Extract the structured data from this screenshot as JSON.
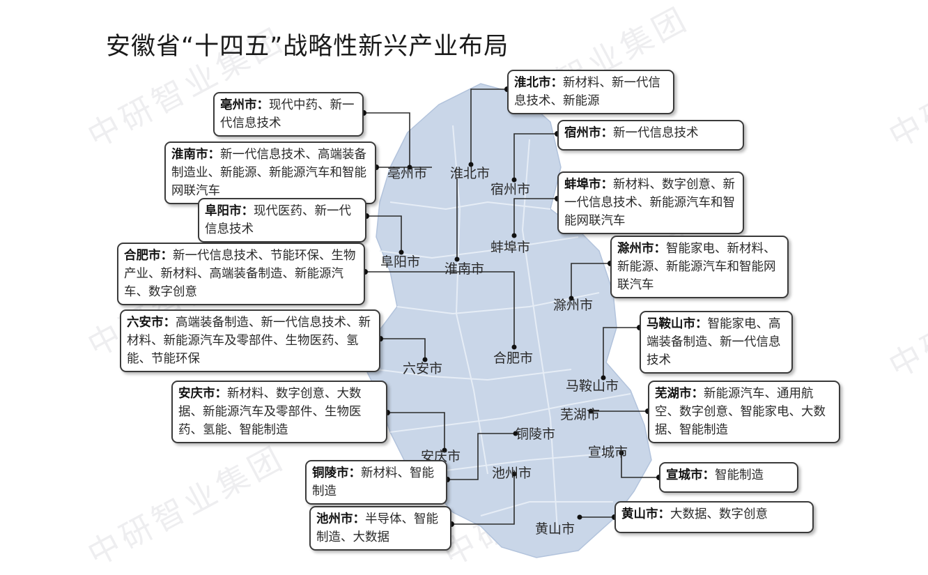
{
  "title": "安徽省“十四五”战略性新兴产业布局",
  "watermark": "中研智业集团",
  "colors": {
    "province_fill": "#c9d6e8",
    "line": "#2b2b2b",
    "box_border": "#3a3a3a"
  },
  "cities": {
    "bozhou": {
      "label": "亳州市",
      "name": "亳州市：",
      "industries": "现代中药、新一代信息技术"
    },
    "huaibei": {
      "label": "淮北市",
      "name": "淮北市：",
      "industries": "新材料、新一代信息技术、新能源"
    },
    "suzhou": {
      "label": "宿州市",
      "name": "宿州市：",
      "industries": "新一代信息技术"
    },
    "huainan": {
      "label": "淮南市",
      "name": "淮南市：",
      "industries": "新一代信息技术、高端装备制造业、新能源、新能源汽车和智能网联汽车"
    },
    "bengbu": {
      "label": "蚌埠市",
      "name": "蚌埠市：",
      "industries": "新材料、数字创意、新一代信息技术、新能源汽车和智能网联汽车"
    },
    "fuyang": {
      "label": "阜阳市",
      "name": "阜阳市：",
      "industries": "现代医药、新一代信息技术"
    },
    "hefei": {
      "label": "合肥市",
      "name": "合肥市：",
      "industries": "新一代信息技术、节能环保、生物产业、新材料、高端装备制造、新能源汽车、数字创意"
    },
    "chuzhou": {
      "label": "滁州市",
      "name": "滁州市：",
      "industries": "智能家电、新材料、新能源、新能源汽车和智能网联汽车"
    },
    "luan": {
      "label": "六安市",
      "name": "六安市：",
      "industries": "高端装备制造、新一代信息技术、新材料、新能源汽车及零部件、生物医药、氢能、节能环保"
    },
    "maanshan": {
      "label": "马鞍山市",
      "name": "马鞍山市：",
      "industries": "智能家电、高端装备制造、新一代信息技术"
    },
    "anqing": {
      "label": "安庆市",
      "name": "安庆市：",
      "industries": "新材料、数字创意、大数据、新能源汽车及零部件、生物医药、氢能、智能制造"
    },
    "wuhu": {
      "label": "芜湖市",
      "name": "芜湖市：",
      "industries": "新能源汽车、通用航空、数字创意、智能家电、大数据、智能制造"
    },
    "tongling": {
      "label": "铜陵市",
      "name": "铜陵市：",
      "industries": "新材料、智能制造"
    },
    "xuancheng": {
      "label": "宣城市",
      "name": "宣城市：",
      "industries": "智能制造"
    },
    "chizhou": {
      "label": "池州市",
      "name": "池州市：",
      "industries": "半导体、智能制造、大数据"
    },
    "huangshan": {
      "label": "黄山市",
      "name": "黄山市：",
      "industries": "大数据、数字创意"
    }
  }
}
